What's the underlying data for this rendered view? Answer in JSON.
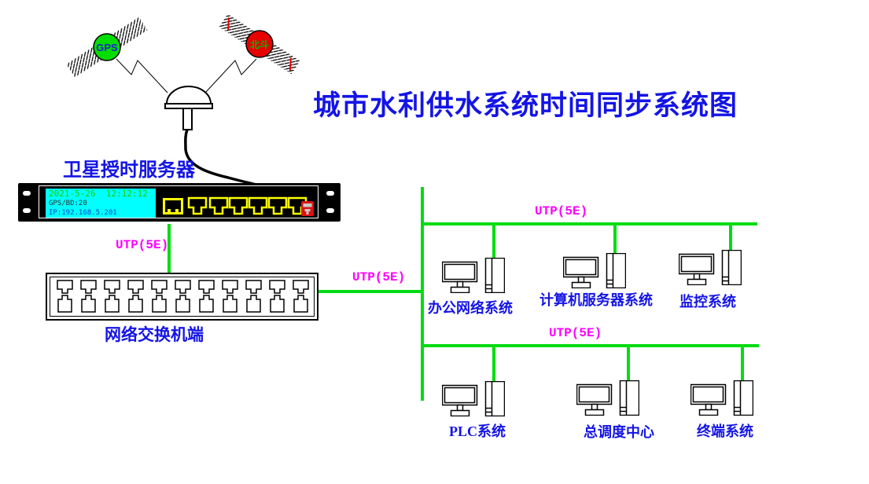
{
  "title": "城市水利供水系统时间同步系统图",
  "satellites": {
    "gps": "GPS",
    "beidou": "北斗"
  },
  "time_server": {
    "label": "卫星授时服务器",
    "lcd": {
      "datetime": "2021-5-26  12:12:12",
      "signal": "GPS/BD:20",
      "ip": "IP:192.168.5.201"
    }
  },
  "switch": {
    "label": "网络交换机端"
  },
  "cables": {
    "server_to_switch": "UTP(5E)",
    "switch_to_backbone": "UTP(5E)",
    "top_bus": "UTP(5E)",
    "bottom_bus": "UTP(5E)"
  },
  "nodes": [
    {
      "label": "办公网络系统"
    },
    {
      "label": "计算机服务器系统"
    },
    {
      "label": "监控系统"
    },
    {
      "label": "PLC系统"
    },
    {
      "label": "总调度中心"
    },
    {
      "label": "终端系统"
    }
  ],
  "colors": {
    "cable_green": "#00DC12",
    "label_magenta": "#FF00FF",
    "text_blue": "#1414E6",
    "lcd_cyan": "#00FFFF",
    "port_yellow": "#FFFF00",
    "gps_green": "#00DD00",
    "beidou_red": "#E60000"
  }
}
